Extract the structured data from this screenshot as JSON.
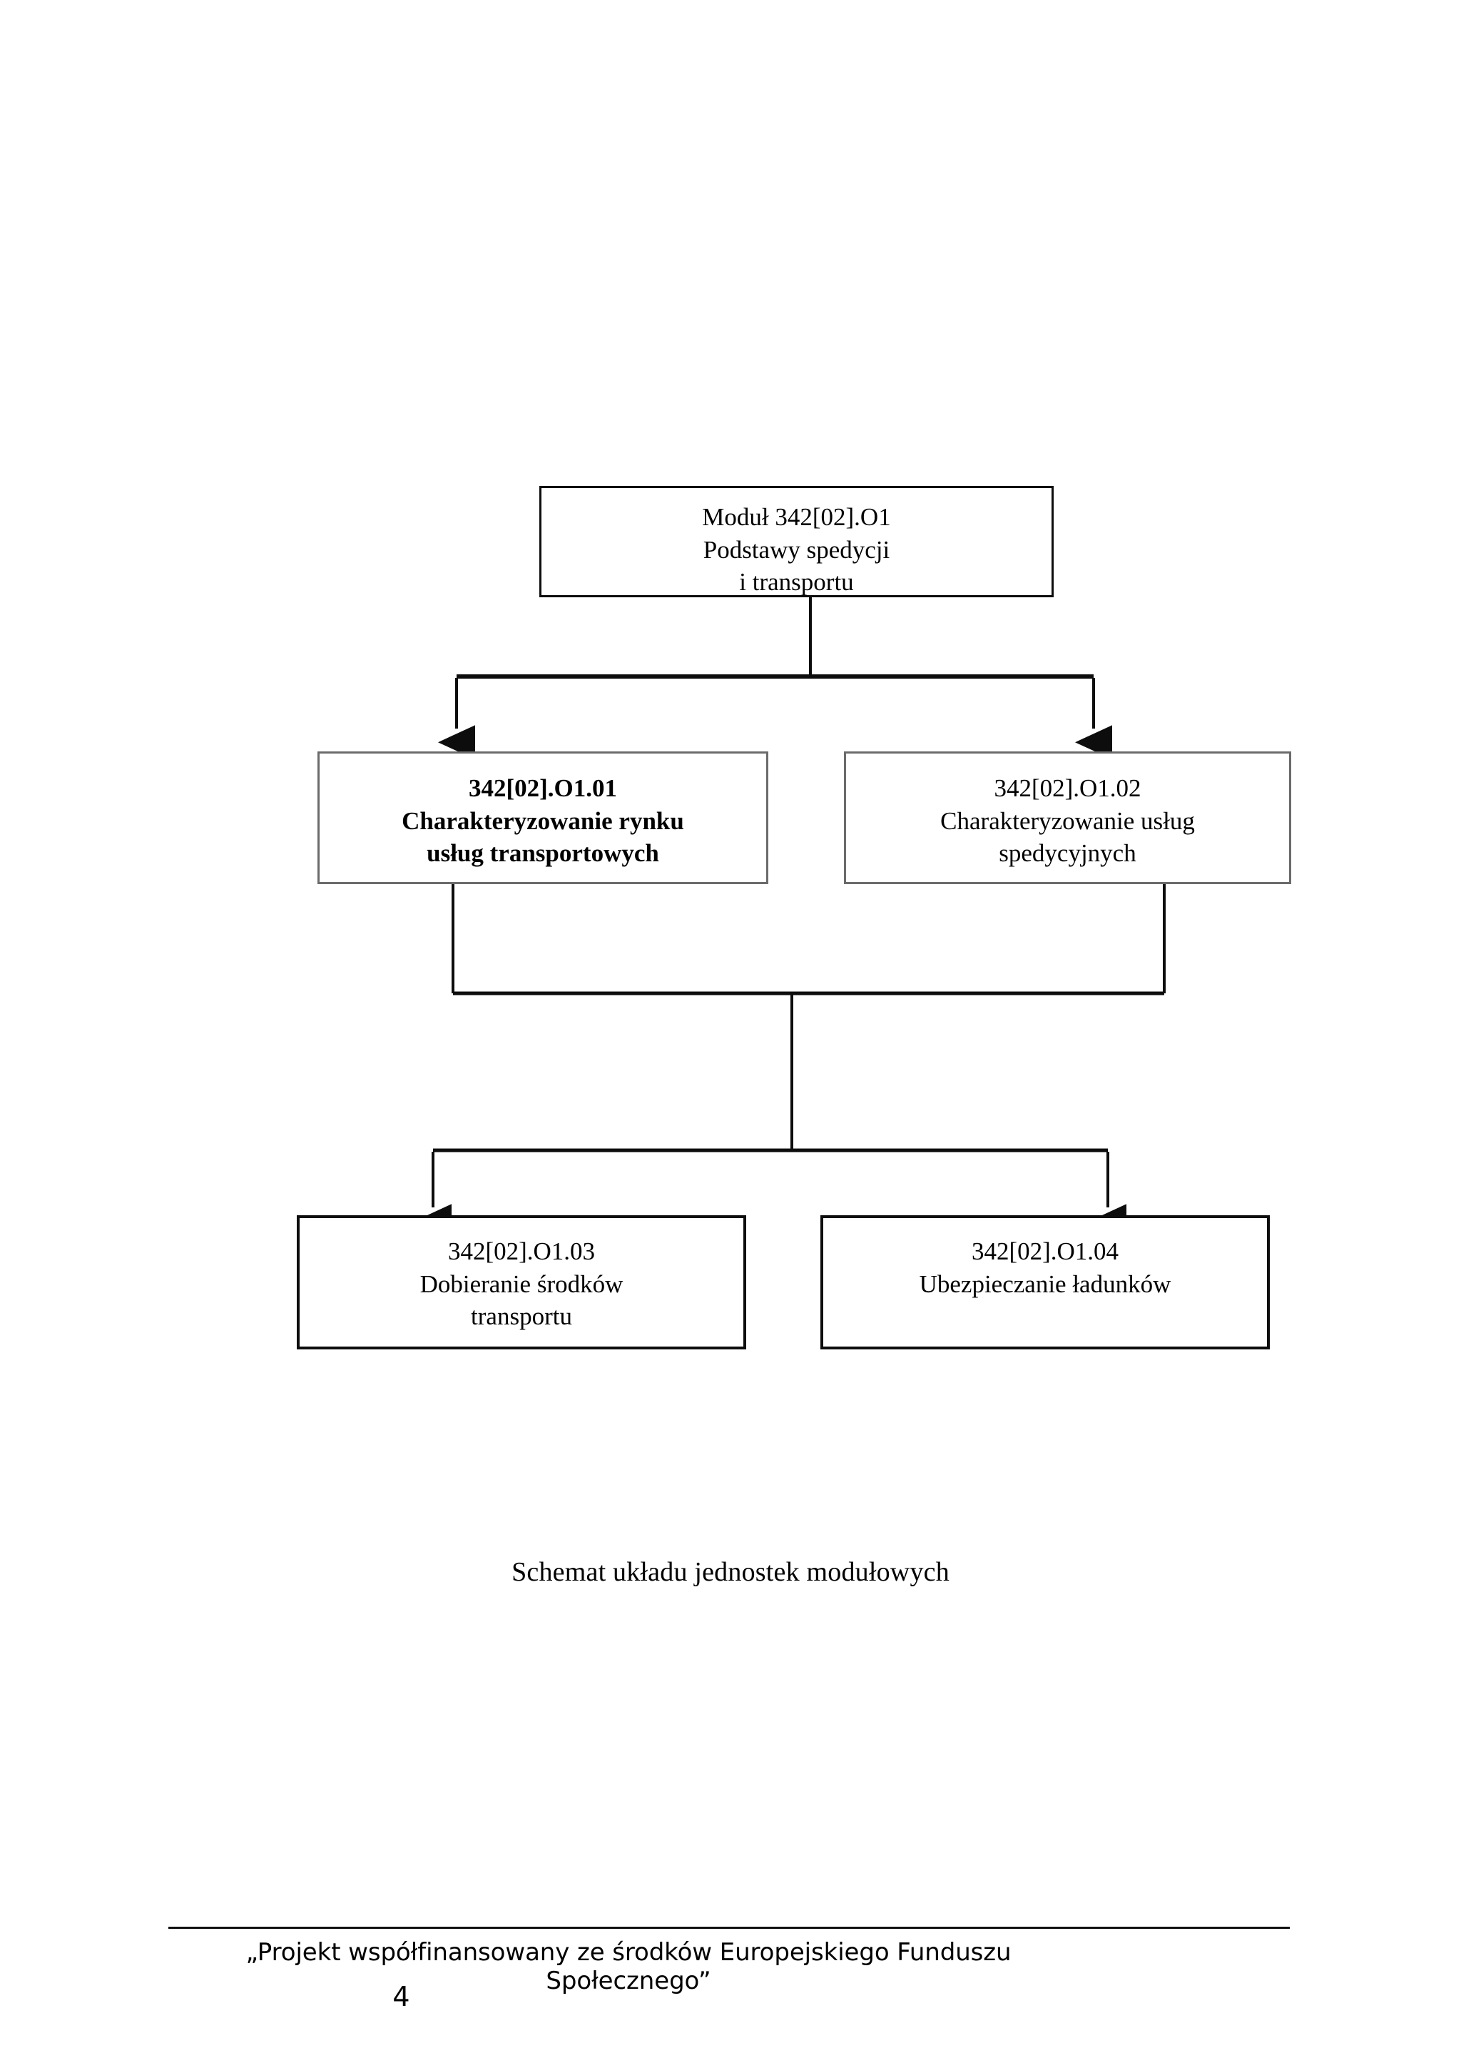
{
  "document": {
    "page_number": "4",
    "caption": "Schemat układu jednostek modułowych",
    "footer_note": "„Projekt współfinansowany ze środków Europejskiego Funduszu Społecznego”"
  },
  "diagram": {
    "title": "Schemat układu jednostek modułowych",
    "type": "flowchart-tree",
    "nodes": [
      {
        "id": "module",
        "lines": [
          "Moduł 342[02].O1",
          "Podstawy spedycji",
          "i transportu"
        ],
        "bold": false,
        "level": 0
      },
      {
        "id": "u01",
        "lines": [
          "342[02].O1.01",
          "Charakteryzowanie rynku",
          "usług transportowych"
        ],
        "bold": true,
        "level": 1
      },
      {
        "id": "u02",
        "lines": [
          "342[02].O1.02",
          "Charakteryzowanie usług",
          "spedycyjnych"
        ],
        "bold": false,
        "level": 1
      },
      {
        "id": "u03",
        "lines": [
          "342[02].O1.03",
          "Dobieranie środków",
          "transportu"
        ],
        "bold": false,
        "level": 2
      },
      {
        "id": "u04",
        "lines": [
          "342[02].O1.04",
          "Ubezpieczanie ładunków"
        ],
        "bold": false,
        "level": 2
      }
    ],
    "edges": [
      {
        "from": "module",
        "to": "u01",
        "style": "orthogonal-arrow"
      },
      {
        "from": "module",
        "to": "u02",
        "style": "orthogonal-arrow"
      },
      {
        "from": "u01",
        "to": "u03",
        "style": "orthogonal-arrow"
      },
      {
        "from": "u01",
        "to": "u04",
        "style": "orthogonal-arrow"
      },
      {
        "from": "u02",
        "to": "u03",
        "style": "orthogonal-arrow"
      },
      {
        "from": "u02",
        "to": "u04",
        "style": "orthogonal-arrow"
      }
    ],
    "colors": {
      "line": "#0d0d0d",
      "box_border_strong": "#0d0d0d",
      "box_border_light": "#6b6b6b",
      "background": "#ffffff",
      "text": "#000000"
    }
  }
}
